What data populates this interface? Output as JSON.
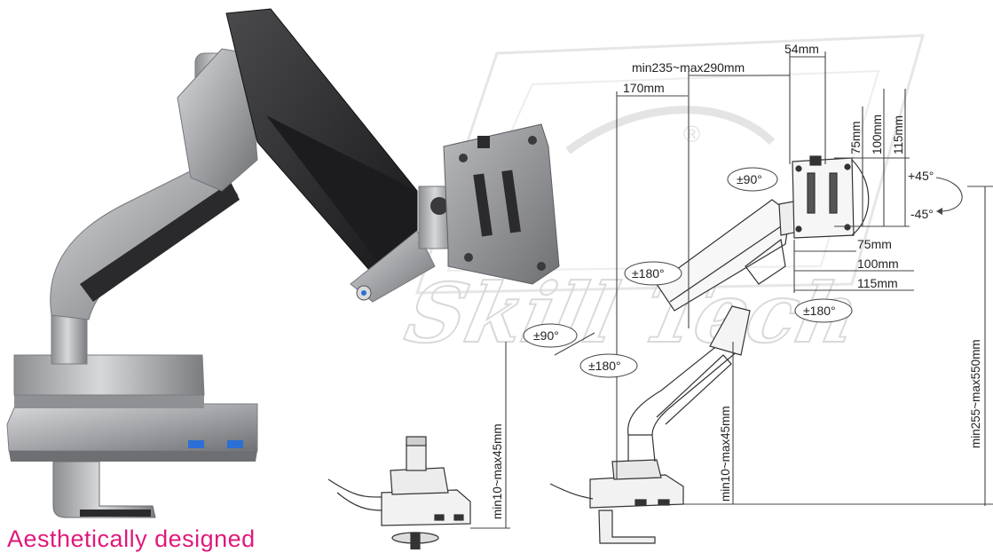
{
  "watermark": {
    "brand": "Skill Tech",
    "mark": "®"
  },
  "dimensions": {
    "arm_reach": "min235~max290mm",
    "plate_offset": "54mm",
    "pole_offset": "170mm",
    "vesa_v_75": "75mm",
    "vesa_v_100": "100mm",
    "vesa_v_115": "115mm",
    "vesa_h_75": "75mm",
    "vesa_h_100": "100mm",
    "vesa_h_115": "115mm",
    "height_range": "min255~max550mm",
    "clamp_thickness_left": "min10~max45mm",
    "clamp_thickness_right": "min10~max45mm"
  },
  "rotations": {
    "rotate_screen": "±90°",
    "tilt_up": "+45°",
    "tilt_down": "-45°",
    "swivel_upper": "±180°",
    "swivel_mid": "±180°",
    "swivel_base_a": "±90°",
    "swivel_base_b": "±180°"
  },
  "tagline": "Aesthetically designed",
  "colors": {
    "tagline": "#e0197a",
    "arm_silver": "#a9abae",
    "arm_dark": "#2b2b2d"
  }
}
